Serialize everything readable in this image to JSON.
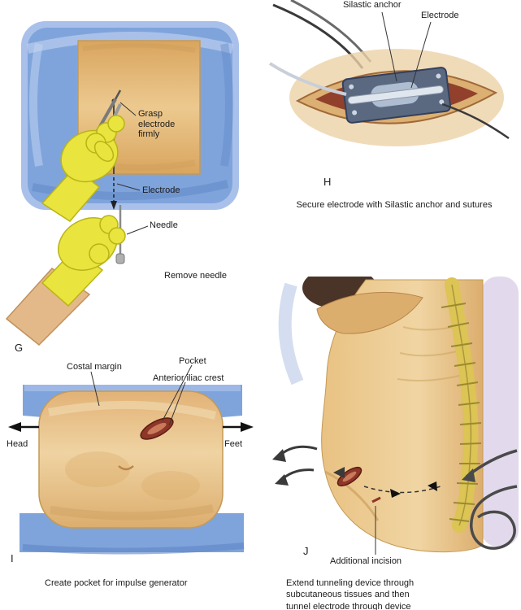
{
  "colors": {
    "drape_blue": "#7fa4dc",
    "drape_blue_light": "#a9c1ea",
    "skin_tone": "#e8c18c",
    "skin_shadow": "#c49a56",
    "glove_yellow": "#e9e43e",
    "wound_red": "#8e3628",
    "device_slate": "#5a6880",
    "anchor_grey": "#aebdd0",
    "spine_yellow": "#dcc455",
    "lavender_wash": "#cbbcdc"
  },
  "panel_g": {
    "letter": "G",
    "labels": {
      "grasp": "Grasp\nelectrode\nfirmly",
      "electrode": "Electrode",
      "needle": "Needle",
      "remove_needle": "Remove needle"
    }
  },
  "panel_h": {
    "letter": "H",
    "labels": {
      "silastic_anchor": "Silastic anchor",
      "electrode": "Electrode"
    },
    "caption": "Secure electrode with Silastic anchor and sutures"
  },
  "panel_i": {
    "letter": "I",
    "labels": {
      "costal_margin": "Costal margin",
      "pocket": "Pocket",
      "anterior_iliac_crest": "Anterior iliac crest",
      "head": "Head",
      "feet": "Feet"
    },
    "caption": "Create pocket for impulse generator"
  },
  "panel_j": {
    "letter": "J",
    "labels": {
      "additional_incision": "Additional incision"
    },
    "caption": "Extend tunneling device through\nsubcutaneous tissues and then\ntunnel electrode through device"
  }
}
